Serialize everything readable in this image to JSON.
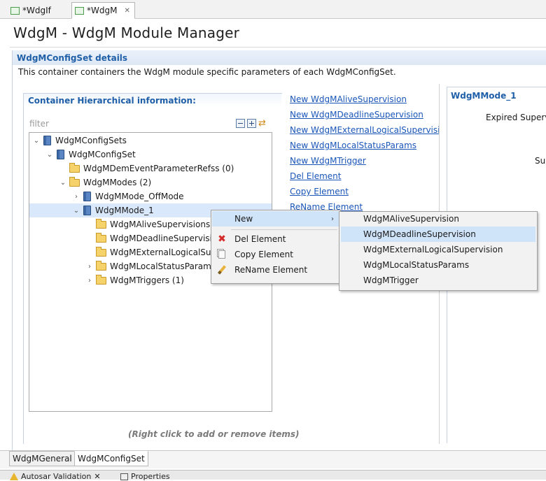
{
  "editor_tabs": [
    {
      "label": "*WdgIf",
      "active": false
    },
    {
      "label": "*WdgM",
      "active": true
    }
  ],
  "page": {
    "title": "WdgM - WdgM Module Manager",
    "section_title": "WdgMConfigSet details",
    "section_description": "This container containers the WdgM module specific parameters of each WdgMConfigSet."
  },
  "left_panel": {
    "title": "Container Hierarchical information:",
    "filter_placeholder": "filter",
    "hint": "(Right click to add or remove items)"
  },
  "tree": [
    {
      "label": "WdgMConfigSets",
      "icon": "book-icon",
      "expander": "expanded"
    },
    {
      "label": "WdgMConfigSet",
      "icon": "book-icon",
      "expander": "expanded"
    },
    {
      "label": "WdgMDemEventParameterRefss (0)",
      "icon": "folder-icon",
      "expander": "none"
    },
    {
      "label": "WdgMModes (2)",
      "icon": "folder-icon",
      "expander": "expanded"
    },
    {
      "label": "WdgMMode_OffMode",
      "icon": "book-icon",
      "expander": "collapsed"
    },
    {
      "label": "WdgMMode_1",
      "icon": "book-icon",
      "expander": "expanded",
      "selected": true
    },
    {
      "label": "WdgMAliveSupervisions",
      "icon": "folder-icon",
      "expander": "none"
    },
    {
      "label": "WdgMDeadlineSupervisi",
      "icon": "folder-icon",
      "expander": "none"
    },
    {
      "label": "WdgMExternalLogicalSu",
      "icon": "folder-icon",
      "expander": "none"
    },
    {
      "label": "WdgMLocalStatusParam",
      "icon": "folder-icon",
      "expander": "collapsed"
    },
    {
      "label": "WdgMTriggers (1)",
      "icon": "folder-icon",
      "expander": "collapsed"
    }
  ],
  "actions": [
    "New WdgMAliveSupervision",
    "New WdgMDeadlineSupervision",
    "New WdgMExternalLogicalSupervision",
    "New WdgMLocalStatusParams",
    "New WdgMTrigger",
    "Del Element",
    "Copy Element",
    "ReName Element"
  ],
  "right_panel": {
    "title": "WdgMMode_1",
    "text1": "Expired Superv",
    "text2": "Sup"
  },
  "context_menu": {
    "items": [
      {
        "label": "New",
        "icon": "",
        "has_submenu": true,
        "highlighted": true
      },
      {
        "label": "Del Element",
        "icon": "delete-icon"
      },
      {
        "label": "Copy Element",
        "icon": "copy-icon"
      },
      {
        "label": "ReName Element",
        "icon": "rename-icon"
      }
    ]
  },
  "submenu": {
    "items": [
      {
        "label": "WdgMAliveSupervision",
        "highlighted": false
      },
      {
        "label": "WdgMDeadlineSupervision",
        "highlighted": true
      },
      {
        "label": "WdgMExternalLogicalSupervision",
        "highlighted": false
      },
      {
        "label": "WdgMLocalStatusParams",
        "highlighted": false
      },
      {
        "label": "WdgMTrigger",
        "highlighted": false
      }
    ]
  },
  "page_tabs": [
    {
      "label": "WdgMGeneral",
      "active": false
    },
    {
      "label": "WdgMConfigSet",
      "active": true
    }
  ],
  "views": [
    {
      "label": "Autosar Validation",
      "icon": "warning-icon"
    },
    {
      "label": "Properties",
      "icon": "properties-icon"
    }
  ],
  "colors": {
    "accent": "#1f5fa8",
    "link": "#1a56b8",
    "selection": "#d9e8fb",
    "menu_highlight": "#cfe3f9"
  }
}
